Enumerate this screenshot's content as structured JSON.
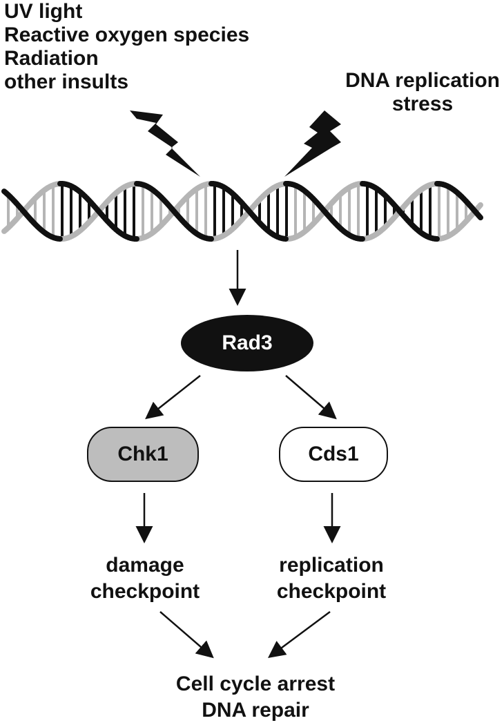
{
  "insults": {
    "lines": [
      "UV light",
      "Reactive oxygen species",
      "Radiation",
      "other insults"
    ]
  },
  "replication_stress": {
    "lines": [
      "DNA replication",
      "stress"
    ]
  },
  "nodes": {
    "rad3": "Rad3",
    "chk1": "Chk1",
    "cds1": "Cds1"
  },
  "branches": {
    "damage": [
      "damage",
      "checkpoint"
    ],
    "replication": [
      "replication",
      "checkpoint"
    ]
  },
  "outcome": {
    "lines": [
      "Cell cycle arrest",
      "DNA repair"
    ]
  },
  "colors": {
    "strand_dark": "#111111",
    "strand_light": "#b5b5b5",
    "chk1_fill": "#bdbdbd",
    "rad3_fill": "#111111"
  },
  "icons": [
    "lightning-bolt-icon",
    "lightning-bolt-icon"
  ]
}
